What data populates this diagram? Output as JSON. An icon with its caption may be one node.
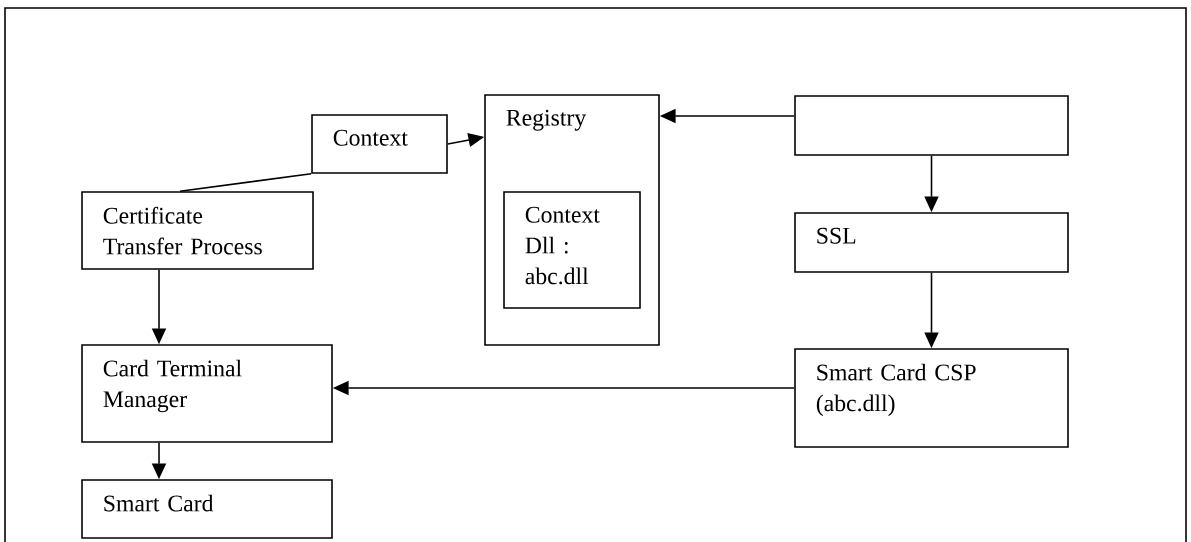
{
  "diagram": {
    "nodes": [
      {
        "text": [
          "Context"
        ]
      },
      {
        "text": [
          "Registry"
        ]
      },
      {
        "text": [
          "Context Dll : abc.dll"
        ],
        "in": 1
      },
      {
        "text": [],
        "shape": "box"
      },
      {
        "text": [
          "SSL"
        ]
      },
      {
        "text": [
          "Smart Card CSP (abc.dll)"
        ]
      },
      {
        "text": [
          "Certificate Transfer Process"
        ]
      },
      {
        "text": [
          "Card Terminal Manager"
        ]
      },
      {
        "text": [
          "Smart Card"
        ]
      }
    ],
    "edges": [
      {
        "from": 0,
        "to": 1,
        "arrow": "to"
      },
      {
        "from": 6,
        "to": 0,
        "arrow": "none"
      },
      {
        "from": 3,
        "to": 1,
        "arrow": "to"
      },
      {
        "from": 3,
        "to": 4,
        "arrow": "to"
      },
      {
        "from": 4,
        "to": 5,
        "arrow": "to"
      },
      {
        "from": 6,
        "to": 7,
        "arrow": "to"
      },
      {
        "from": 5,
        "to": 7,
        "arrow": "to"
      },
      {
        "from": 7,
        "to": 8,
        "arrow": "to"
      }
    ]
  }
}
